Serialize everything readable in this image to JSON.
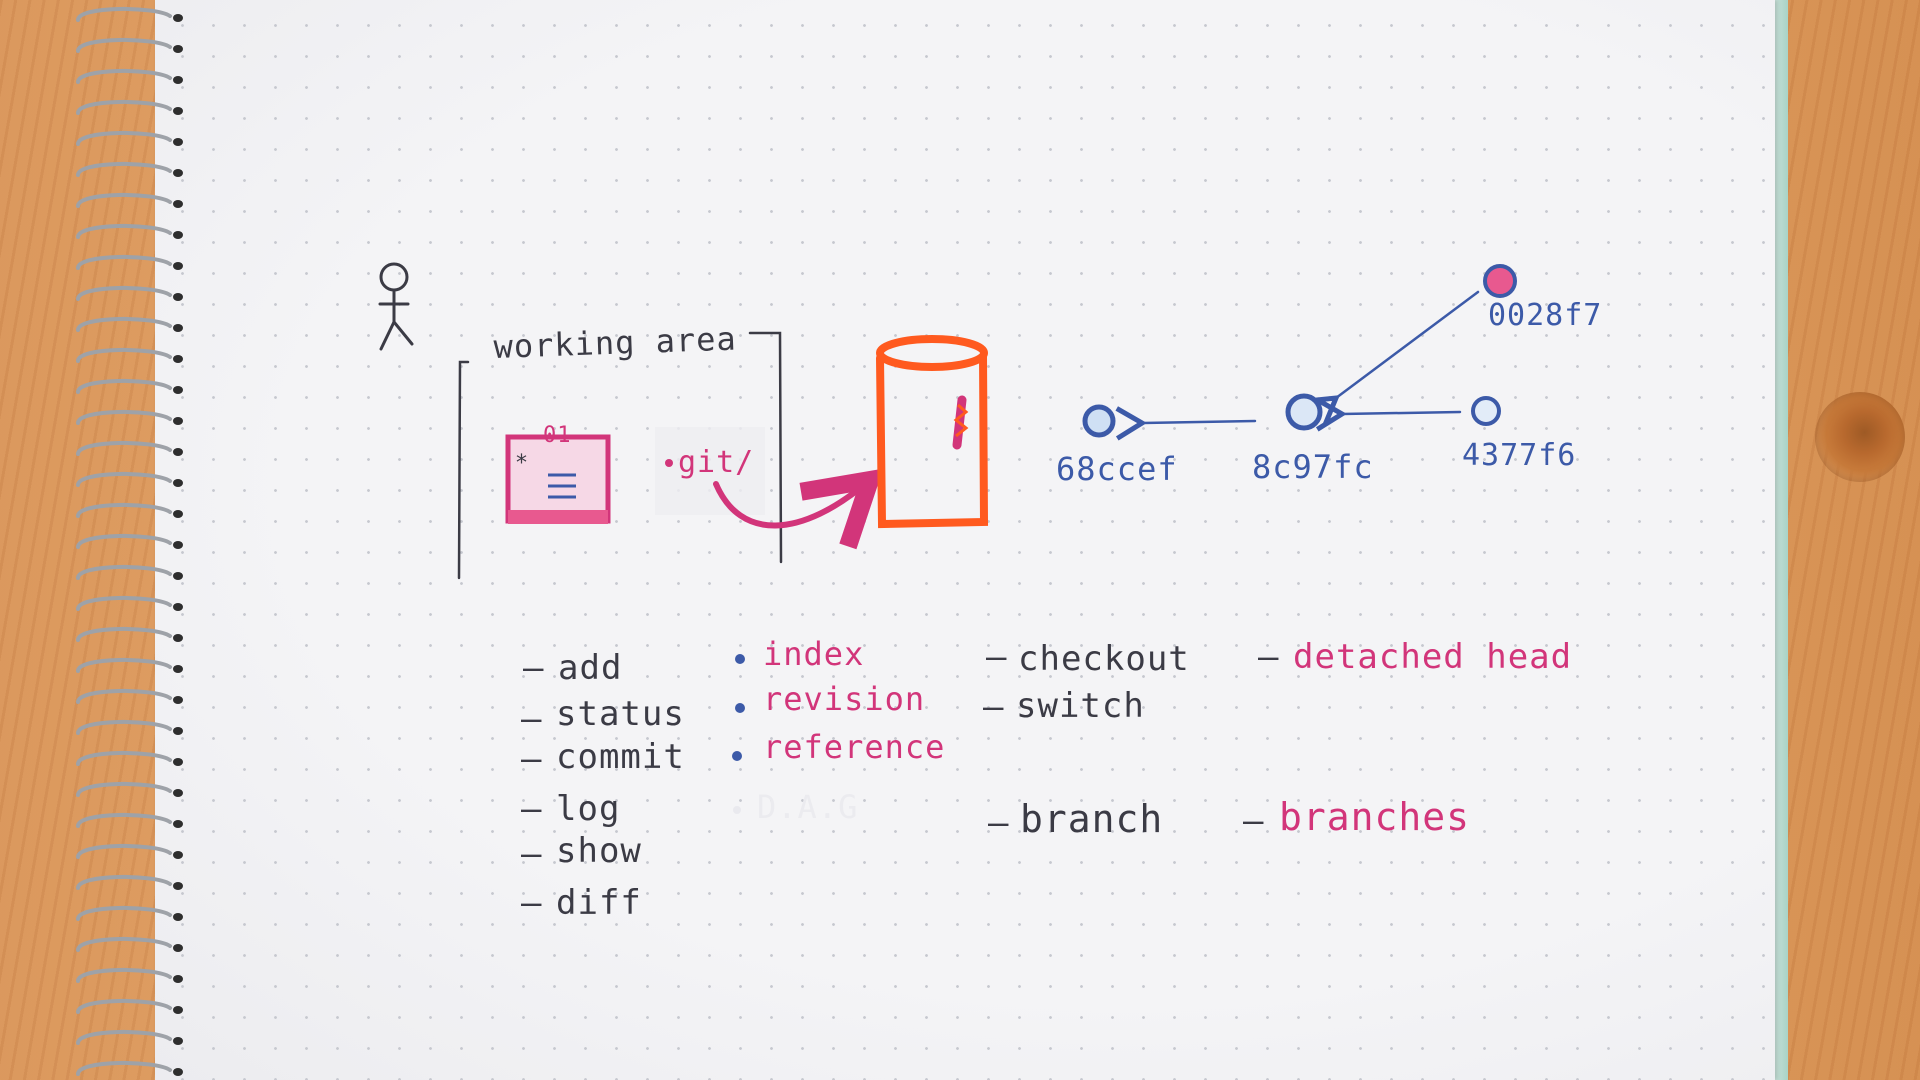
{
  "labels": {
    "working_area": "working area",
    "file_number": "01",
    "git_folder": "git/"
  },
  "commits": [
    {
      "hash": "0028f7"
    },
    {
      "hash": "68ccef"
    },
    {
      "hash": "8c97fc"
    },
    {
      "hash": "4377f6"
    }
  ],
  "lists": {
    "commands_1": [
      "add",
      "status",
      "commit",
      "log",
      "show",
      "diff"
    ],
    "concepts": [
      "index",
      "revision",
      "reference",
      "D.A.G"
    ],
    "commands_2": [
      "checkout",
      "switch"
    ],
    "command_branch": "branch",
    "concept_detached": "detached head",
    "concept_branches": "branches"
  },
  "colors": {
    "ink_dark": "#3b3b45",
    "ink_blue": "#3c5aa8",
    "ink_pink": "#d2357a",
    "ink_orange": "#ff5a1f",
    "paper": "#f4f4f6",
    "wood": "#e0a062"
  }
}
